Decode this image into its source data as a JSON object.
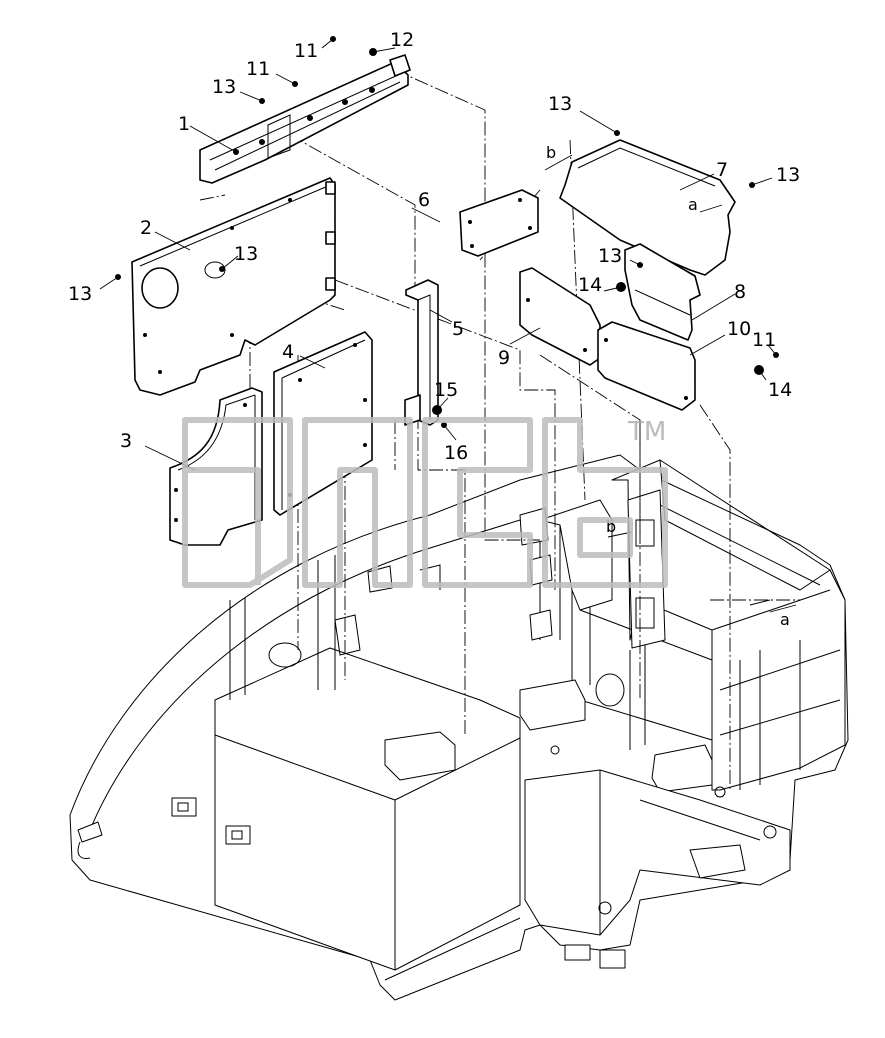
{
  "callouts": [
    {
      "id": "c1",
      "text": "1"
    },
    {
      "id": "c2",
      "text": "2"
    },
    {
      "id": "c3",
      "text": "3"
    },
    {
      "id": "c4",
      "text": "4"
    },
    {
      "id": "c5",
      "text": "5"
    },
    {
      "id": "c6",
      "text": "6"
    },
    {
      "id": "c7",
      "text": "7"
    },
    {
      "id": "c8",
      "text": "8"
    },
    {
      "id": "c9",
      "text": "9"
    },
    {
      "id": "c10",
      "text": "10"
    },
    {
      "id": "c11a",
      "text": "11"
    },
    {
      "id": "c11b",
      "text": "11"
    },
    {
      "id": "c11c",
      "text": "11"
    },
    {
      "id": "c12",
      "text": "12"
    },
    {
      "id": "c13a",
      "text": "13"
    },
    {
      "id": "c13b",
      "text": "13"
    },
    {
      "id": "c13c",
      "text": "13"
    },
    {
      "id": "c13d",
      "text": "13"
    },
    {
      "id": "c13e",
      "text": "13"
    },
    {
      "id": "c13f",
      "text": "13"
    },
    {
      "id": "c14a",
      "text": "14"
    },
    {
      "id": "c14b",
      "text": "14"
    },
    {
      "id": "c15",
      "text": "15"
    },
    {
      "id": "c16",
      "text": "16"
    }
  ],
  "markers": {
    "b_top": "b",
    "a_top": "a",
    "b_frame": "b",
    "a_frame": "a"
  },
  "watermark": {
    "trademark": "TM"
  }
}
